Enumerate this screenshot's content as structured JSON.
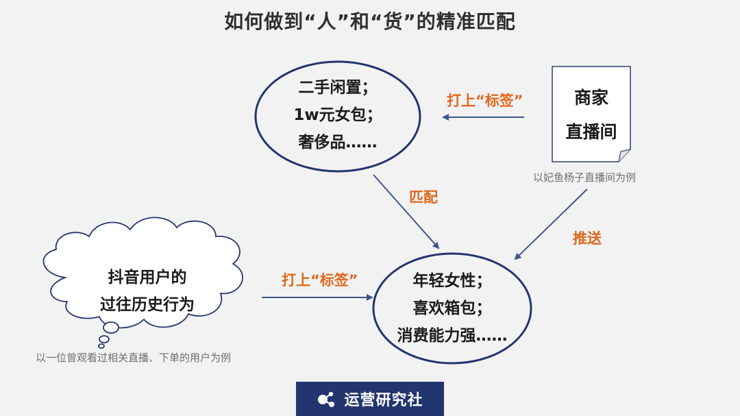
{
  "title": "如何做到“人”和“货”的精准匹配",
  "product_ellipse": {
    "lines": [
      "二手闲置；",
      "1w元女包；",
      "奢侈品……"
    ]
  },
  "user_ellipse": {
    "lines": [
      "年轻女性；",
      "喜欢箱包；",
      "消费能力强……"
    ]
  },
  "merchant_doc": {
    "lines": [
      "商家",
      "直播间"
    ],
    "caption": "以妃鱼杨子直播间为例"
  },
  "user_cloud": {
    "lines": [
      "抖音用户的",
      "过往历史行为"
    ],
    "caption": "以一位曾观看过相关直播、下单的用户为例"
  },
  "labels": {
    "tag_top": "打上“标签”",
    "tag_bottom": "打上“标签”",
    "match": "匹配",
    "push": "推送"
  },
  "brand": {
    "name": "运营研究社",
    "icon": "molecule-logo-icon"
  },
  "colors": {
    "ellipse_stroke": "#22356f",
    "arrow": "#3e5689",
    "label_orange": "#e0671d",
    "brand_bg": "#22356f"
  }
}
